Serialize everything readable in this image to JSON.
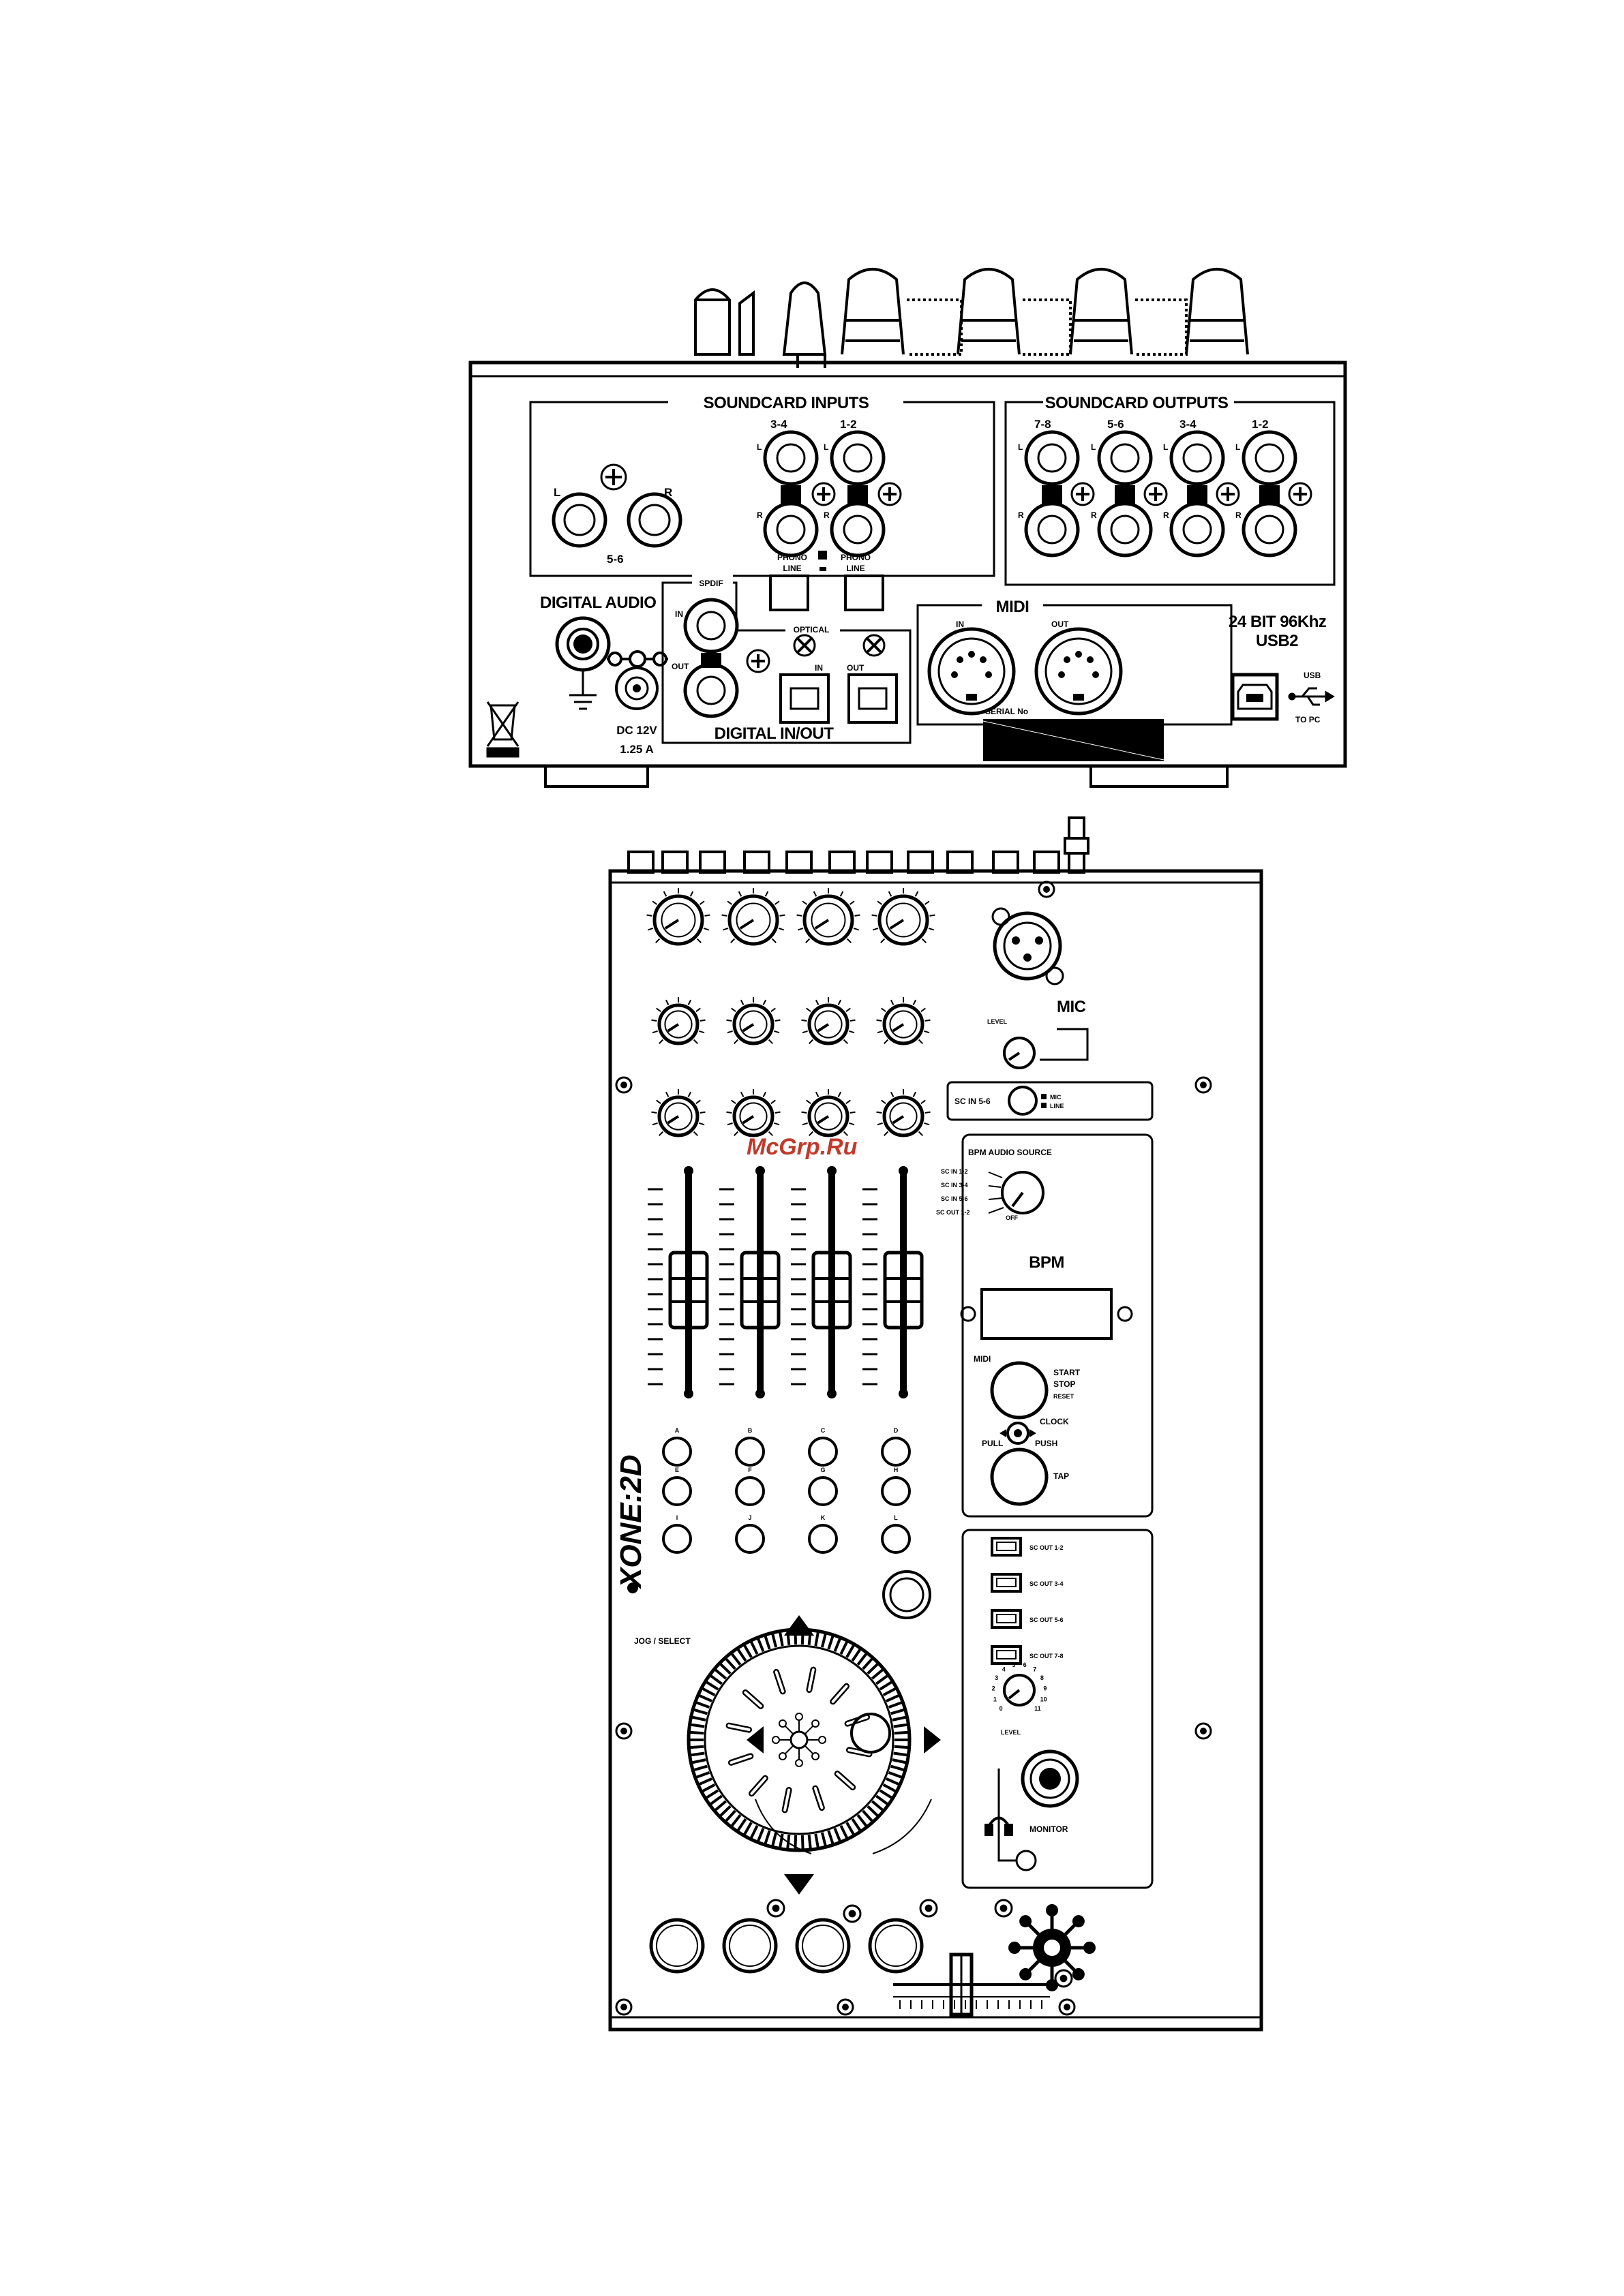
{
  "rear_panel": {
    "soundcard_inputs": {
      "title": "SOUNDCARD INPUTS",
      "pair_5_6": "5-6",
      "pair_3_4": "3-4",
      "pair_1_2": "1-2",
      "left": "L",
      "right": "R",
      "phono_line": [
        "PHONO",
        "LINE"
      ]
    },
    "soundcard_outputs": {
      "title": "SOUNDCARD OUTPUTS",
      "pairs": [
        "7-8",
        "5-6",
        "3-4",
        "1-2"
      ],
      "left": "L",
      "right": "R"
    },
    "digital_audio": "DIGITAL AUDIO",
    "spdif": {
      "title": "SPDIF",
      "in": "IN",
      "out": "OUT"
    },
    "optical": {
      "title": "OPTICAL",
      "in": "IN",
      "out": "OUT"
    },
    "digital_in_out": "DIGITAL IN/OUT",
    "power": {
      "voltage": "DC 12V",
      "current": "1.25 A"
    },
    "midi": {
      "title": "MIDI",
      "in": "IN",
      "out": "OUT"
    },
    "spec": [
      "24 BIT 96Khz",
      "USB2"
    ],
    "usb": [
      "USB",
      "TO PC"
    ],
    "serial": "SERIAL No"
  },
  "top_panel": {
    "mic": {
      "title": "MIC",
      "level": "LEVEL"
    },
    "sc_in_5_6": {
      "label": "SC IN 5-6",
      "options": [
        "MIC",
        "LINE"
      ]
    },
    "bpm_audio_source": {
      "title": "BPM AUDIO SOURCE",
      "options": [
        "SC IN 1-2",
        "SC IN 3-4",
        "SC IN 5-6",
        "SC OUT 1-2"
      ],
      "off": "OFF"
    },
    "bpm": "BPM",
    "midi_button": "MIDI",
    "start_stop": [
      "START",
      "STOP",
      "RESET"
    ],
    "clock": "CLOCK",
    "pull": "PULL",
    "push": "PUSH",
    "tap": "TAP",
    "buttons": [
      "A",
      "B",
      "C",
      "D",
      "E",
      "F",
      "G",
      "H",
      "I",
      "J",
      "K",
      "L"
    ],
    "brand": "XONE:2D",
    "jog_select": "JOG / SELECT",
    "monitor_sources": [
      "SC OUT 1-2",
      "SC OUT 3-4",
      "SC OUT 5-6",
      "SC OUT 7-8"
    ],
    "monitor_level": "LEVEL",
    "monitor_level_scale": [
      "0",
      "1",
      "2",
      "3",
      "4",
      "5",
      "6",
      "7",
      "8",
      "9",
      "10",
      "11"
    ],
    "monitor": "MONITOR"
  },
  "watermark": "McGrp.Ru"
}
